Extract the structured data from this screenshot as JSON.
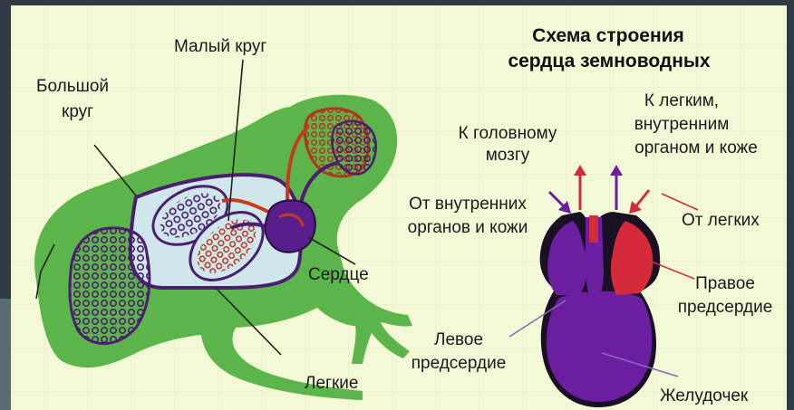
{
  "title": {
    "line1": "Схема строения",
    "line2": "сердца земноводных"
  },
  "frog_labels": {
    "big_circle_line1": "Большой",
    "big_circle_line2": "круг",
    "small_circle": "Малый круг",
    "heart": "Сердце",
    "lungs": "Легкие"
  },
  "heart_labels": {
    "to_brain_line1": "К головному",
    "to_brain_line2": "мозгу",
    "to_lungs_line1": "К легким,",
    "to_lungs_line2": "внутренним",
    "to_lungs_line3": "органом и коже",
    "from_organs_line1": "От внутренних",
    "from_organs_line2": "органов и кожи",
    "from_lungs": "От легких",
    "right_atrium_line1": "Правое",
    "right_atrium_line2": "предсердие",
    "left_atrium_line1": "Левое",
    "left_atrium_line2": "предсердие",
    "ventricle": "Желудочек"
  },
  "colors": {
    "background": "#f3f8d6",
    "frog": "#5cb54a",
    "vessel_venous": "#4b1f6e",
    "vessel_arterial": "#c83a1c",
    "lung_fill": "#cfe6ea",
    "heart_purple": "#6b1fa0",
    "heart_red": "#d42a3a"
  }
}
